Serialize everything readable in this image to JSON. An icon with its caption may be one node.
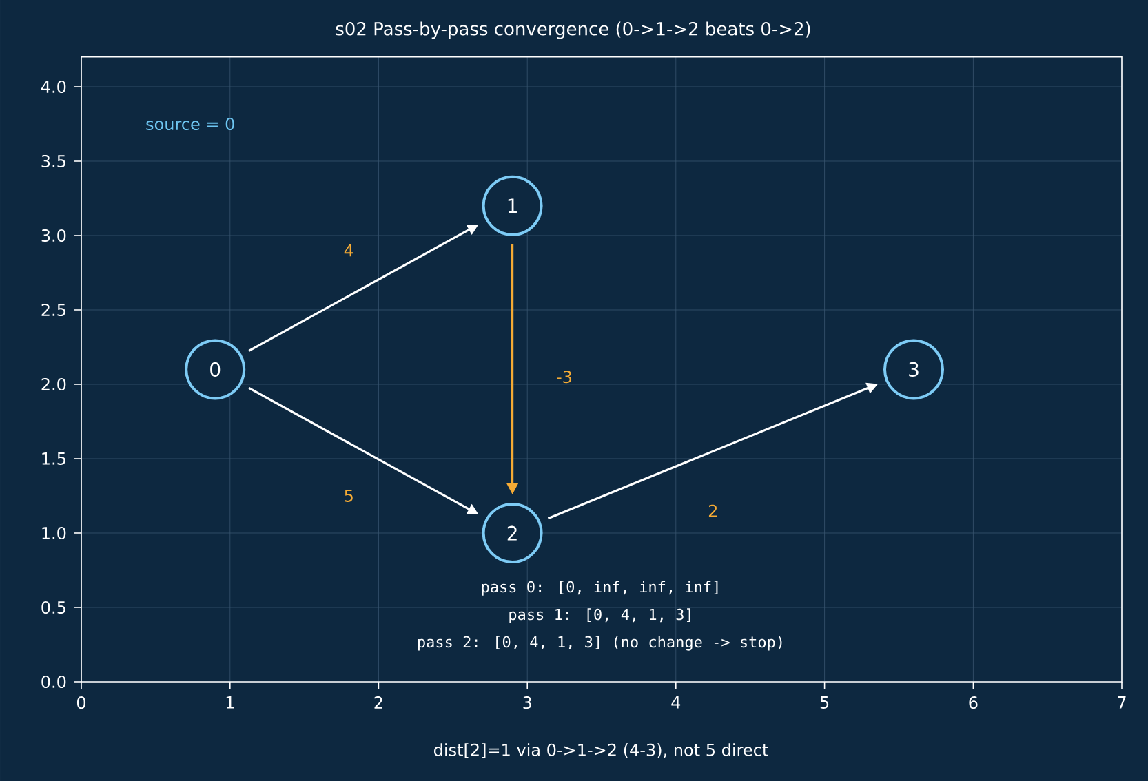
{
  "diagram": {
    "title": "s02  Pass-by-pass convergence (0->1->2 beats 0->2)",
    "caption": "dist[2]=1 via 0->1->2 (4-3), not 5 direct",
    "nodes": [
      {
        "text": [
          "0"
        ]
      },
      {
        "text": [
          "1"
        ]
      },
      {
        "text": [
          "2"
        ]
      },
      {
        "text": [
          "3"
        ]
      }
    ],
    "edges": [
      {
        "from": 0,
        "to": 1,
        "arrow": "to",
        "label": "4"
      },
      {
        "from": 0,
        "to": 2,
        "arrow": "to",
        "label": "5"
      },
      {
        "from": 1,
        "to": 2,
        "arrow": "to",
        "label": "-3",
        "color": "#f5ab35"
      },
      {
        "from": 2,
        "to": 3,
        "arrow": "to",
        "label": "2"
      }
    ],
    "labels": [
      "source = 0",
      "pass 0:  [0,  inf, inf, inf]",
      "pass 1:  [0,   4,   1,   3]",
      "pass 2:  [0,   4,   1,   3]  (no change -> stop)",
      "0.0",
      "0.5",
      "1.0",
      "1.5",
      "2.0",
      "2.5",
      "3.0",
      "3.5",
      "4.0",
      "0",
      "1",
      "2",
      "3",
      "4",
      "5",
      "6",
      "7"
    ]
  }
}
